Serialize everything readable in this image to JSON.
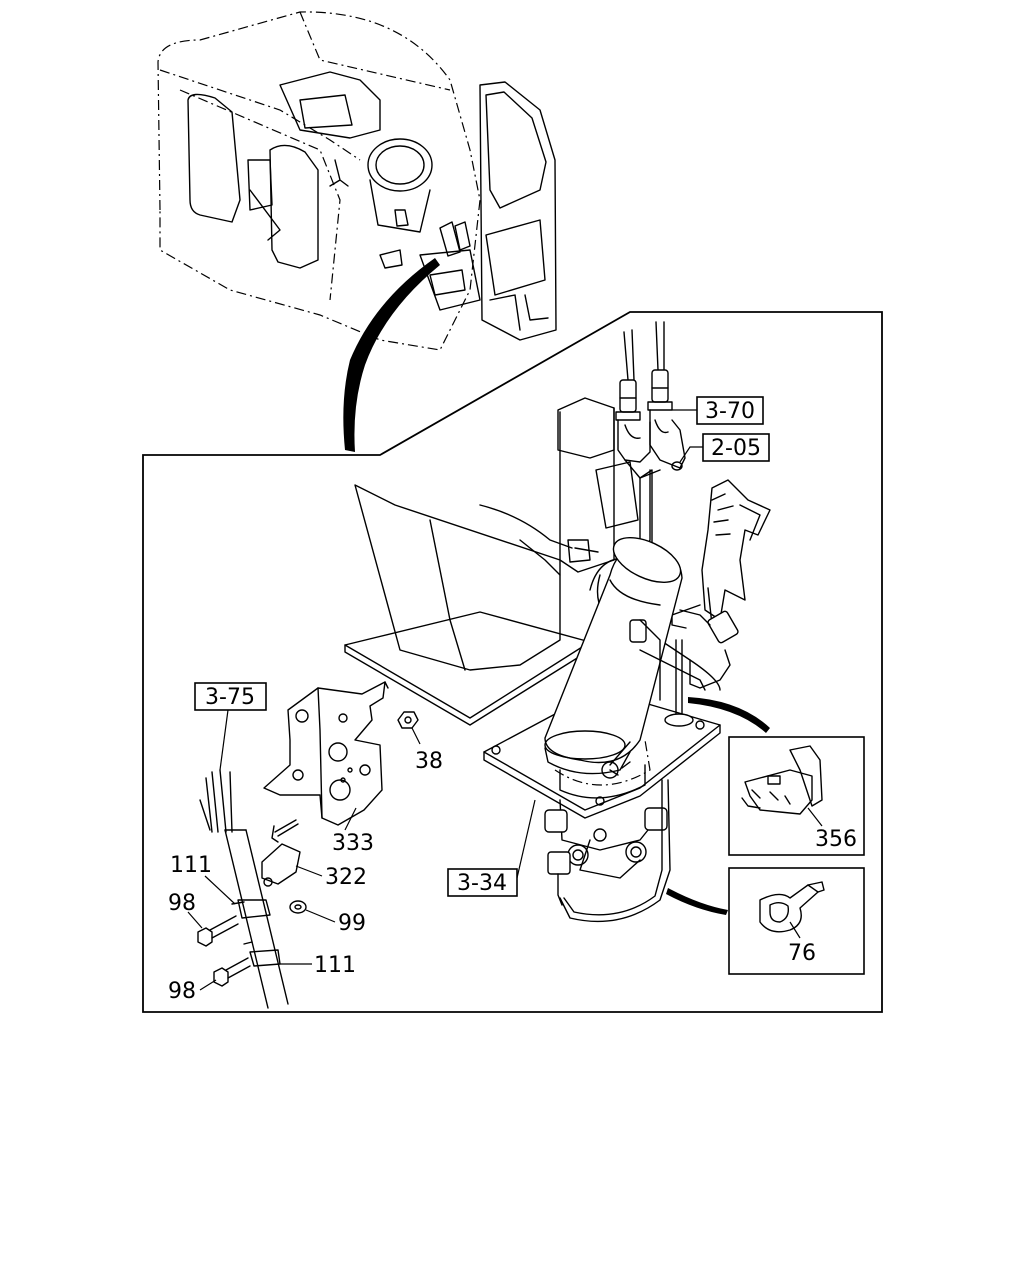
{
  "boxed_refs": {
    "ref_3_70": "3-70",
    "ref_2_05": "2-05",
    "ref_3_75": "3-75",
    "ref_3_34": "3-34"
  },
  "part_numbers": {
    "p38": "38",
    "p333": "333",
    "p322": "322",
    "p111_upper": "111",
    "p111_lower": "111",
    "p98_upper": "98",
    "p98_lower": "98",
    "p99": "99",
    "p356": "356",
    "p76": "76"
  }
}
